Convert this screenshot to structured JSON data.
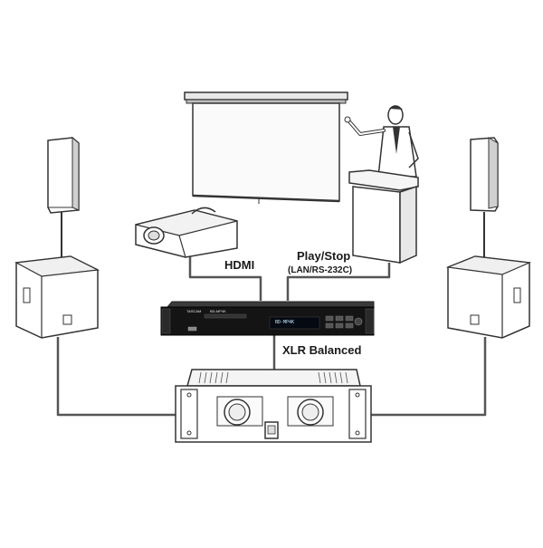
{
  "labels": {
    "hdmi": "HDMI",
    "play_stop": "Play/Stop",
    "lan_rs232c": "(LAN/RS-232C)",
    "xlr_balanced": "XLR Balanced"
  },
  "player": {
    "brand": "TASCAM",
    "model": "BD-MP4K",
    "display": "BD-MP4K"
  },
  "components": [
    "left-speaker",
    "right-speaker",
    "left-subwoofer",
    "right-subwoofer",
    "projector",
    "projection-screen",
    "presenter",
    "podium",
    "media-player",
    "power-amplifier"
  ],
  "connections": [
    {
      "from": "projector",
      "to": "media-player",
      "label_key": "hdmi"
    },
    {
      "from": "podium",
      "to": "media-player",
      "label_key": "play_stop"
    },
    {
      "from": "media-player",
      "to": "power-amplifier",
      "label_key": "xlr_balanced"
    },
    {
      "from": "power-amplifier",
      "to": "left-subwoofer",
      "label_key": ""
    },
    {
      "from": "power-amplifier",
      "to": "right-subwoofer",
      "label_key": ""
    }
  ]
}
